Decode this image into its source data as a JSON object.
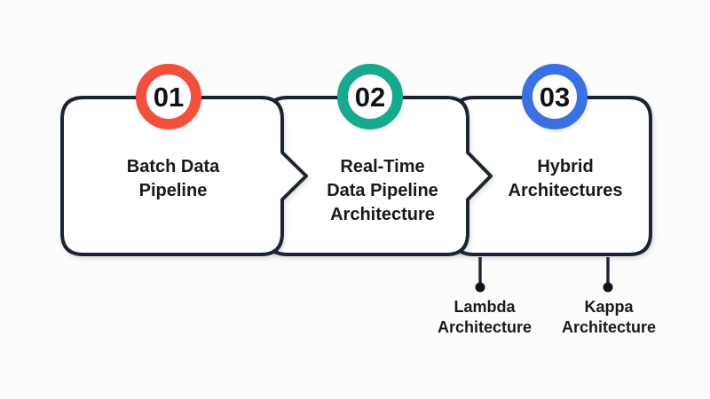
{
  "palette": {
    "background": "#FCFCFC",
    "card_fill": "#FFFFFF",
    "outline": "#1B2433",
    "text": "#17191F",
    "step1_accent": "#F2503C",
    "step2_accent": "#16A98E",
    "step3_accent": "#3B70E4"
  },
  "steps": [
    {
      "number": "01",
      "accent": "#F2503C",
      "label_lines": [
        "Batch Data",
        "Pipeline"
      ]
    },
    {
      "number": "02",
      "accent": "#16A98E",
      "label_lines": [
        "Real-Time",
        "Data Pipeline",
        "Architecture"
      ]
    },
    {
      "number": "03",
      "accent": "#3B70E4",
      "label_lines": [
        "Hybrid",
        "Architectures"
      ]
    }
  ],
  "callouts": [
    {
      "label_lines": [
        "Lambda",
        "Architecture"
      ]
    },
    {
      "label_lines": [
        "Kappa",
        "Architecture"
      ]
    }
  ]
}
